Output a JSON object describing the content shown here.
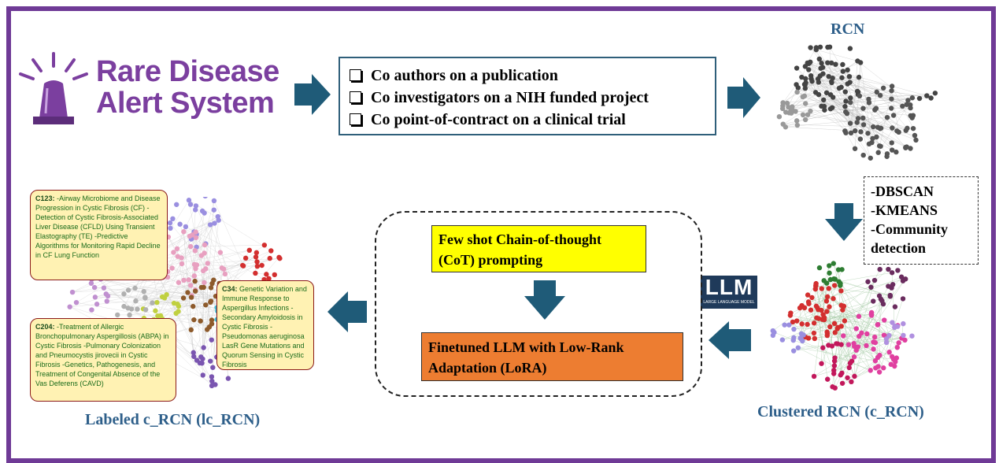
{
  "logo": {
    "line1": "Rare Disease",
    "line2": "Alert System"
  },
  "sources": {
    "items": [
      "Co authors on a publication",
      "Co investigators on a NIH funded project",
      "Co point-of-contract on a clinical trial"
    ]
  },
  "rcn": {
    "label": "RCN"
  },
  "algorithms": {
    "items": [
      "-DBSCAN",
      "-KMEANS",
      "-Community",
      "detection"
    ]
  },
  "clustered": {
    "label": "Clustered RCN (c_RCN)"
  },
  "llm_badge": {
    "big": "LLM",
    "small": "LARGE LANGUAGE MODEL"
  },
  "panel": {
    "cot": "Few shot Chain-of-thought (CoT) prompting",
    "lora": "Finetuned LLM with Low-Rank Adaptation (LoRA)"
  },
  "labeled": {
    "label": "Labeled c_RCN (lc_RCN)"
  },
  "callouts": {
    "c123": {
      "id": "C123:",
      "text": " -Airway Microbiome and Disease Progression in Cystic Fibrosis (CF) -Detection of Cystic Fibrosis-Associated Liver Disease (CFLD) Using Transient Elastography (TE) -Predictive Algorithms for Monitoring Rapid Decline in CF Lung Function"
    },
    "c34": {
      "id": "C34:",
      "text": " Genetic Variation and Immune Response to Aspergillus Infections -Secondary Amyloidosis in Cystic Fibrosis -Pseudomonas aeruginosa LasR Gene Mutations and Quorum Sensing in Cystic Fibrosis"
    },
    "c204": {
      "id": "C204:",
      "text": " -Treatment of Allergic Bronchopulmonary Aspergillosis (ABPA) in Cystic Fibrosis -Pulmonary Colonization and Pneumocystis jirovecii in Cystic Fibrosis -Genetics, Pathogenesis, and Treatment of Congenital Absence of the Vas Deferens (CAVD)"
    }
  },
  "colors": {
    "frame": "#6f3a96",
    "arrow": "#1f5b78",
    "title_blue": "#2e5f8a",
    "yellow": "#ffff00",
    "orange": "#ed7d31",
    "logo_purple": "#7b3f9f"
  }
}
